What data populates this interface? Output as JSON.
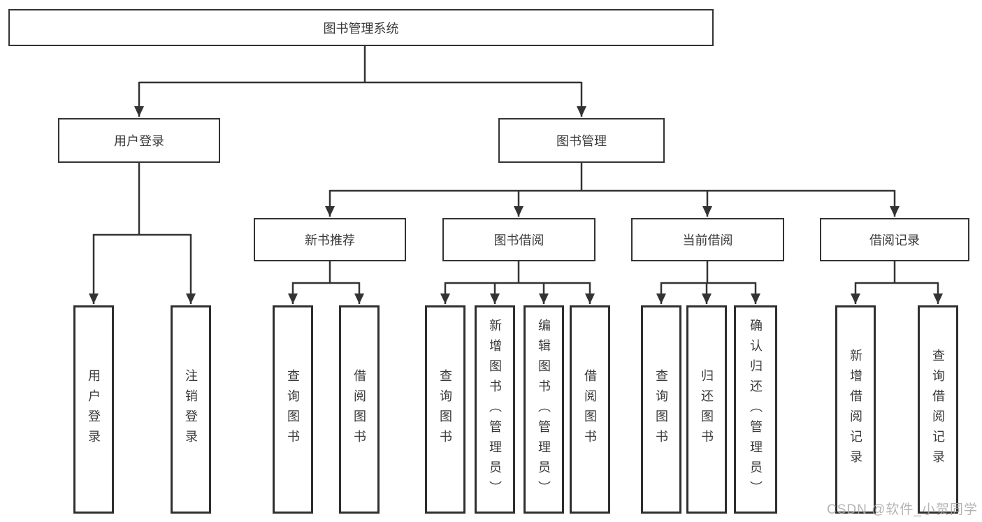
{
  "diagram_title": "图书管理系统",
  "nodes": {
    "root": {
      "label": "图书管理系统"
    },
    "userLogin": {
      "label": "用户登录"
    },
    "bookManagement": {
      "label": "图书管理"
    },
    "newBookRecommend": {
      "label": "新书推荐"
    },
    "bookBorrowing": {
      "label": "图书借阅"
    },
    "currentBorrowing": {
      "label": "当前借阅"
    },
    "borrowingRecords": {
      "label": "借阅记录"
    },
    "leafUserLogin": {
      "label": "用户登录"
    },
    "leafLogout": {
      "label": "注销登录"
    },
    "queryBooks1": {
      "label": "查询图书"
    },
    "borrowBooks1": {
      "label": "借阅图书"
    },
    "queryBooks2": {
      "label": "查询图书"
    },
    "addBooksAdmin": {
      "label": "新增图书（管理员）"
    },
    "editBooksAdmin": {
      "label": "编辑图书（管理员）"
    },
    "borrowBooks2": {
      "label": "借阅图书"
    },
    "queryBooks3": {
      "label": "查询图书"
    },
    "returnBooks": {
      "label": "归还图书"
    },
    "confirmReturnAdmin": {
      "label": "确认归还（管理员）"
    },
    "addBorrowRecord": {
      "label": "新增借阅记录"
    },
    "queryBorrowRecord": {
      "label": "查询借阅记录"
    }
  },
  "tree": {
    "root": [
      "userLogin",
      "bookManagement"
    ],
    "userLogin": [
      "leafUserLogin",
      "leafLogout"
    ],
    "bookManagement": [
      "newBookRecommend",
      "bookBorrowing",
      "currentBorrowing",
      "borrowingRecords"
    ],
    "newBookRecommend": [
      "queryBooks1",
      "borrowBooks1"
    ],
    "bookBorrowing": [
      "queryBooks2",
      "addBooksAdmin",
      "editBooksAdmin",
      "borrowBooks2"
    ],
    "currentBorrowing": [
      "queryBooks3",
      "returnBooks",
      "confirmReturnAdmin"
    ],
    "borrowingRecords": [
      "addBorrowRecord",
      "queryBorrowRecord"
    ]
  },
  "watermark": {
    "text": "CSDN @软件_小贺同学"
  },
  "colors": {
    "line": "#333333",
    "border": "#2f2f2f",
    "text": "#3a3a3a",
    "watermark": "#a8a8a8",
    "background": "#ffffff"
  }
}
